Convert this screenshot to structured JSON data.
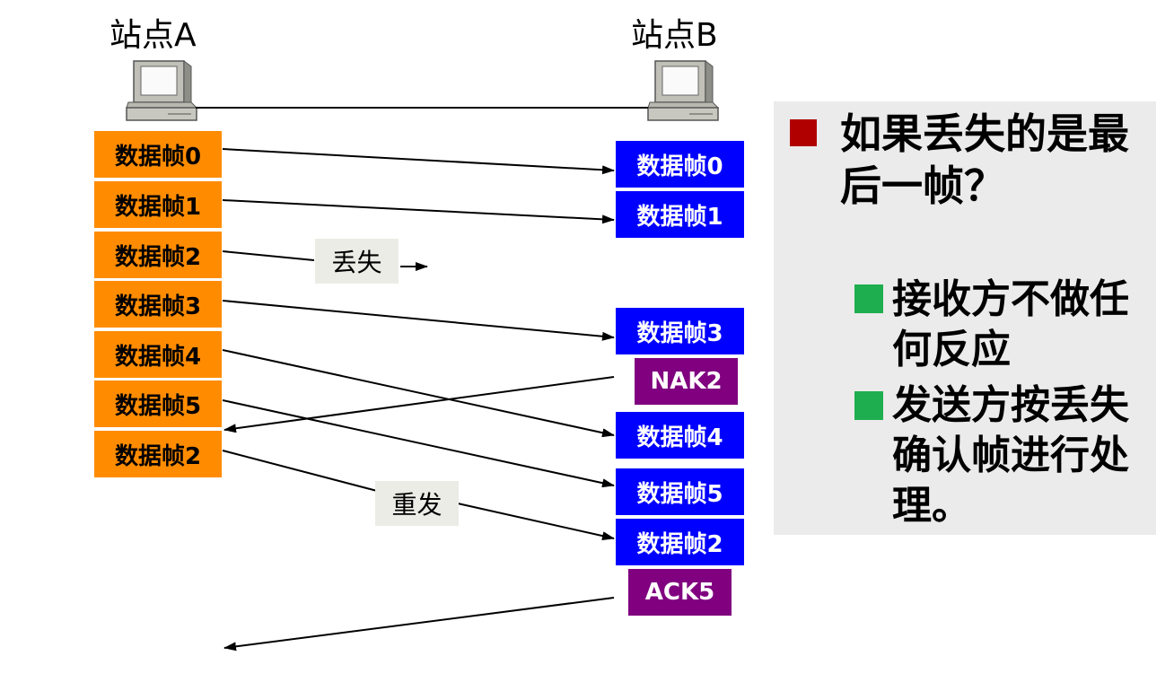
{
  "stations": {
    "a": "站点A",
    "b": "站点B"
  },
  "sender_frames": [
    "数据帧0",
    "数据帧1",
    "数据帧2",
    "数据帧3",
    "数据帧4",
    "数据帧5",
    "数据帧2"
  ],
  "receiver_frames": {
    "f0": "数据帧0",
    "f1": "数据帧1",
    "f3": "数据帧3",
    "nak": "NAK2",
    "f4": "数据帧4",
    "f5": "数据帧5",
    "f2": "数据帧2",
    "ack": "ACK5"
  },
  "tags": {
    "lost": "丢失",
    "resend": "重发"
  },
  "note": {
    "question": "如果丢失的是最后一帧？",
    "points": [
      "接收方不做任何反应",
      "发送方按丢失确认帧进行处理。"
    ]
  },
  "colors": {
    "sender_frame": "#ff8c00",
    "receiver_frame": "#0000ff",
    "control_frame": "#800080",
    "question_bullet": "#b00000",
    "point_bullet": "#1fae4f",
    "note_bg": "#ebebeb"
  }
}
